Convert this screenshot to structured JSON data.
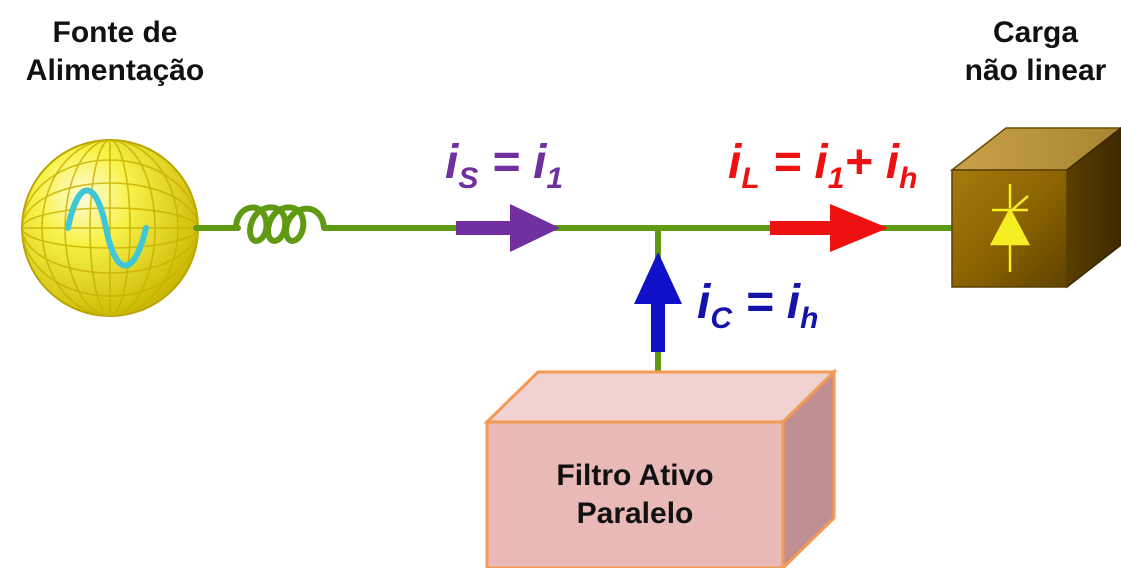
{
  "source": {
    "line1": "Fonte de",
    "line2": "Alimentação"
  },
  "load": {
    "line1": "Carga",
    "line2": "não linear"
  },
  "filter": {
    "line1": "Filtro Ativo",
    "line2": "Paralelo"
  },
  "equations": {
    "is": {
      "lhs_var": "i",
      "lhs_sub": "S",
      "eq": " = ",
      "rhs_var": "i",
      "rhs_sub": "1",
      "color": "#7030a0"
    },
    "il": {
      "lhs_var": "i",
      "lhs_sub": "L",
      "eq": " = ",
      "rhs1_var": "i",
      "rhs1_sub": "1",
      "plus": "+ ",
      "rhs2_var": "i",
      "rhs2_sub": "h",
      "color": "#ee1111"
    },
    "ic": {
      "lhs_var": "i",
      "lhs_sub": "C",
      "eq": " = ",
      "rhs_var": "i",
      "rhs_sub": "h",
      "color": "#1414a8"
    }
  },
  "colors": {
    "wire": "#5f9a12",
    "source_sphere": "#f4f02a",
    "sine": "#3fc7d8",
    "arrow_is": "#7030a0",
    "arrow_il": "#ee1111",
    "arrow_ic": "#1010c8",
    "load_box": "#8a6400",
    "diode": "#f4ee22",
    "filter_box": "#e9b9b8",
    "filter_border": "#f39a55"
  },
  "icons": [
    "globe-ac-source-icon",
    "inductor-icon",
    "thyristor-icon"
  ]
}
